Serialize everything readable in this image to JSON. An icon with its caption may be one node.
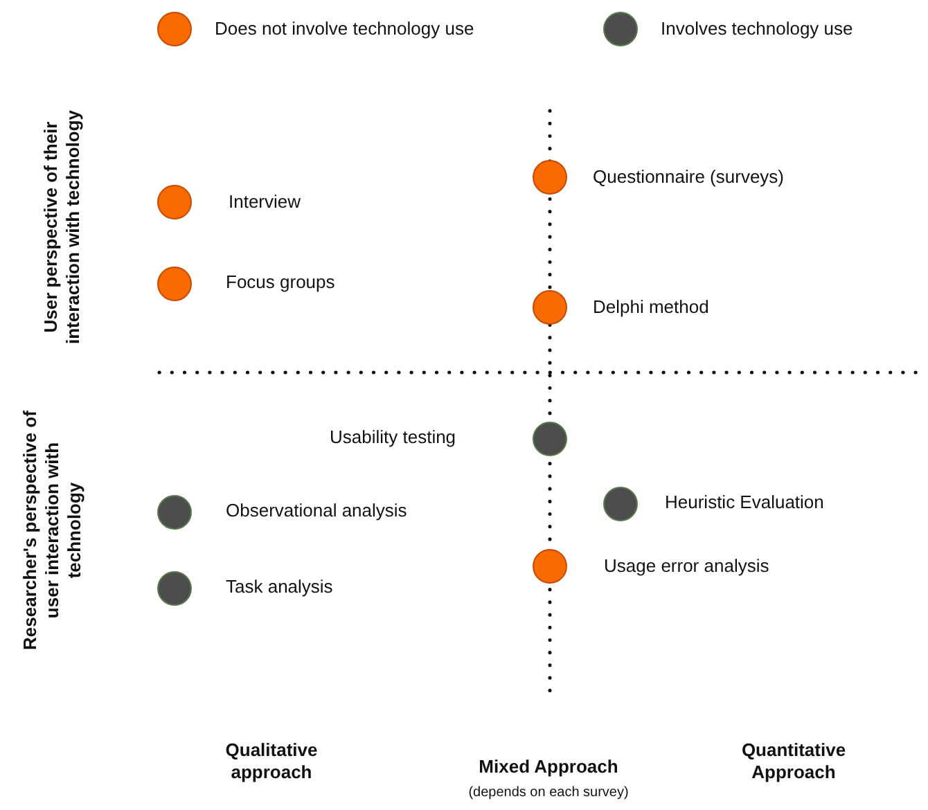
{
  "diagram": {
    "labels": [
      "User perspective of their interaction with technology",
      "Questionnaire (surveys)",
      "Interview",
      "Focus groups",
      "Delphi method",
      "Researcher's perspective of user interaction with technology",
      "Usability testing",
      "Heuristic Evaluation",
      "Observational analysis",
      "Usage error analysis",
      "Task analysis",
      "Qualitative approach",
      "Mixed Approach",
      "(depends on each survey)",
      "Quantitative Approach"
    ],
    "legend": [
      {
        "text": "Does not involve technology use",
        "color": "#f96a00"
      },
      {
        "text": "Involves technology use",
        "color": "#4d4d4d"
      }
    ]
  }
}
